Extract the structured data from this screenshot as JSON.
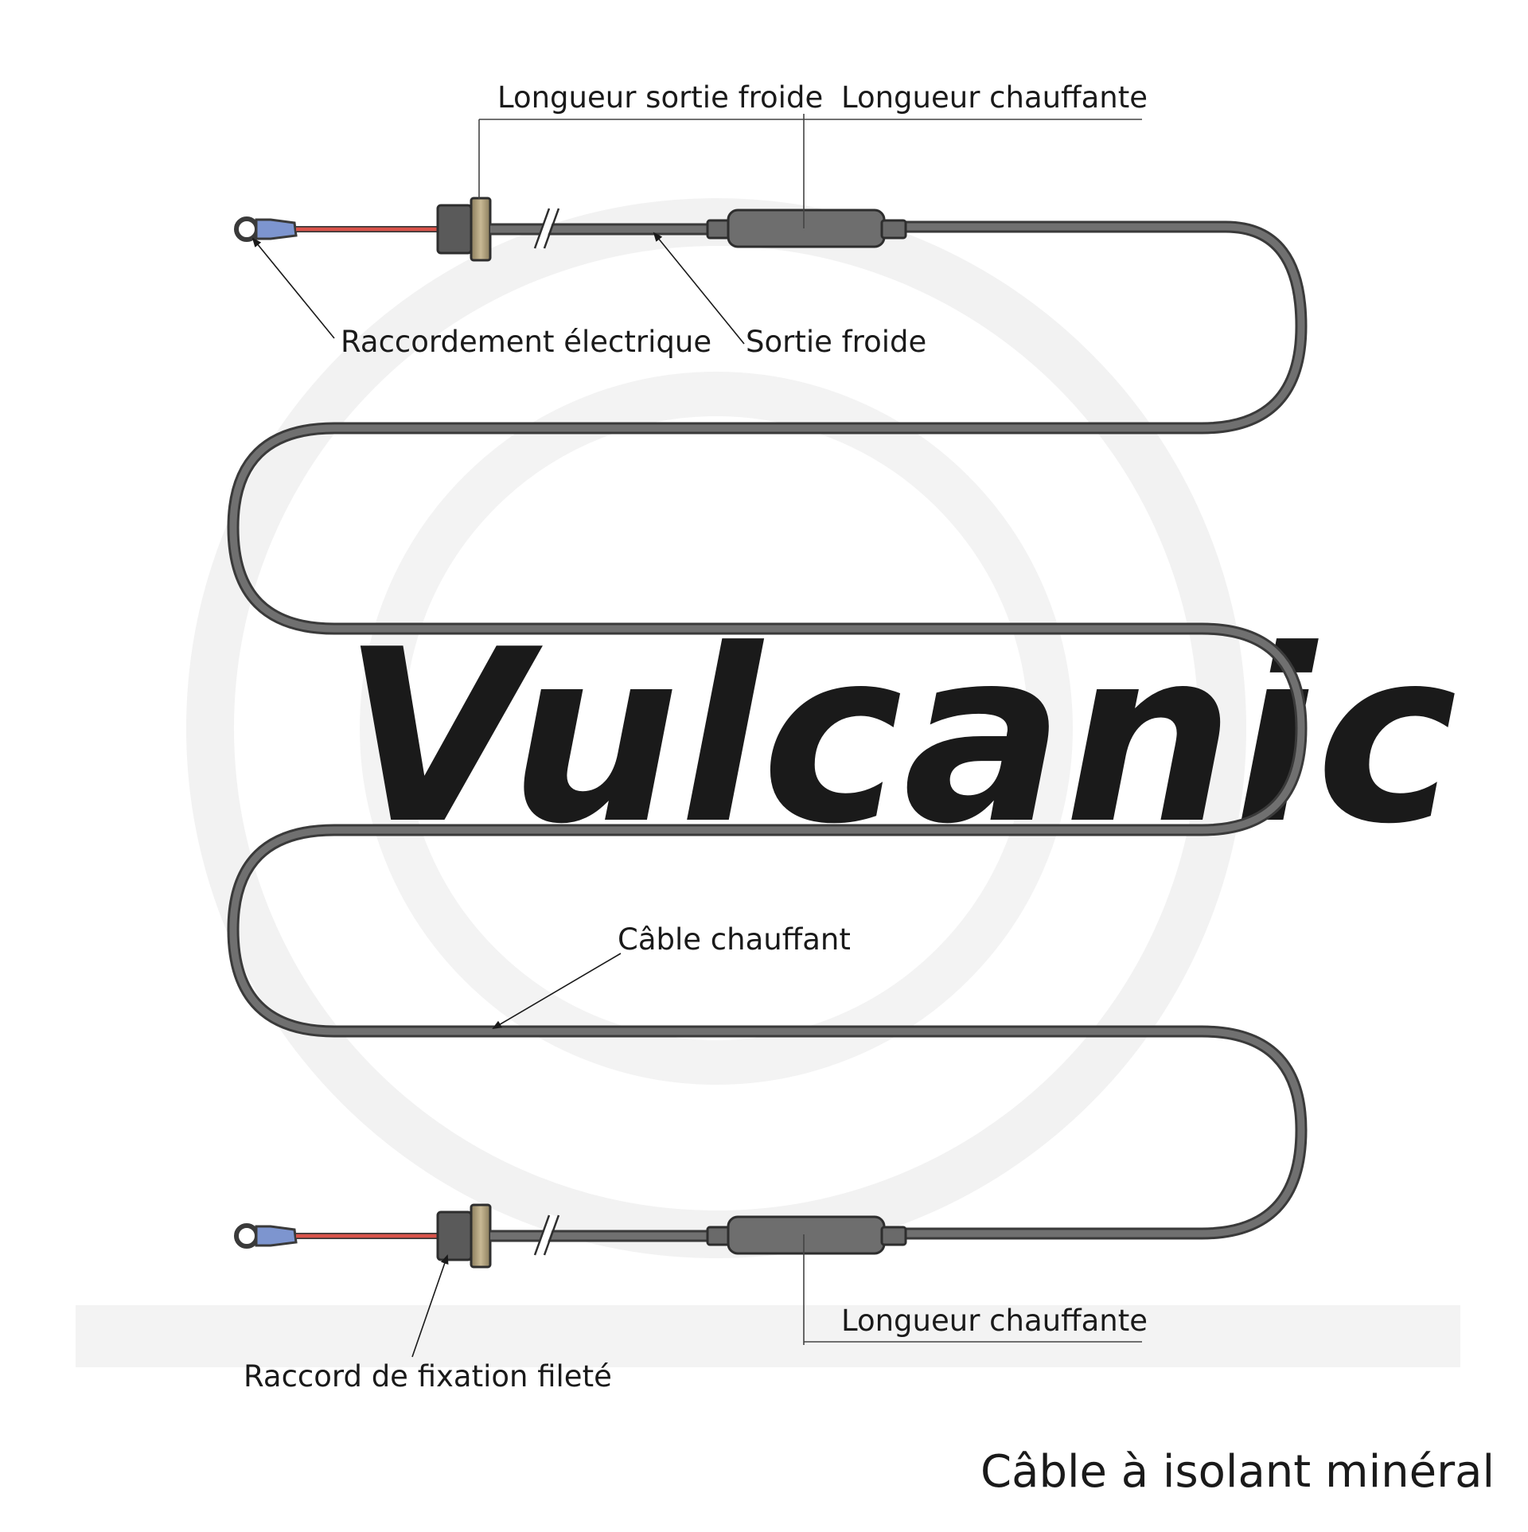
{
  "watermark": {
    "brand": "Vulcanic"
  },
  "dimensions": {
    "cold_length": "Longueur sortie froide",
    "heating_length_top": "Longueur chauffante",
    "heating_length_bottom": "Longueur chauffante"
  },
  "callouts": {
    "electrical_connection": "Raccordement électrique",
    "cold_lead": "Sortie froide",
    "heating_cable": "Câble chauffant",
    "threaded_fitting": "Raccord de fixation fileté"
  },
  "title": "Câble à isolant minéral",
  "colors": {
    "cable": "#6e6e6e",
    "cable_outline": "#3a3a3a",
    "wire": "#d9534a",
    "terminal_insulation": "#7d95cf",
    "fitting": "#a89a78",
    "watermark": "#f2f2f2"
  }
}
